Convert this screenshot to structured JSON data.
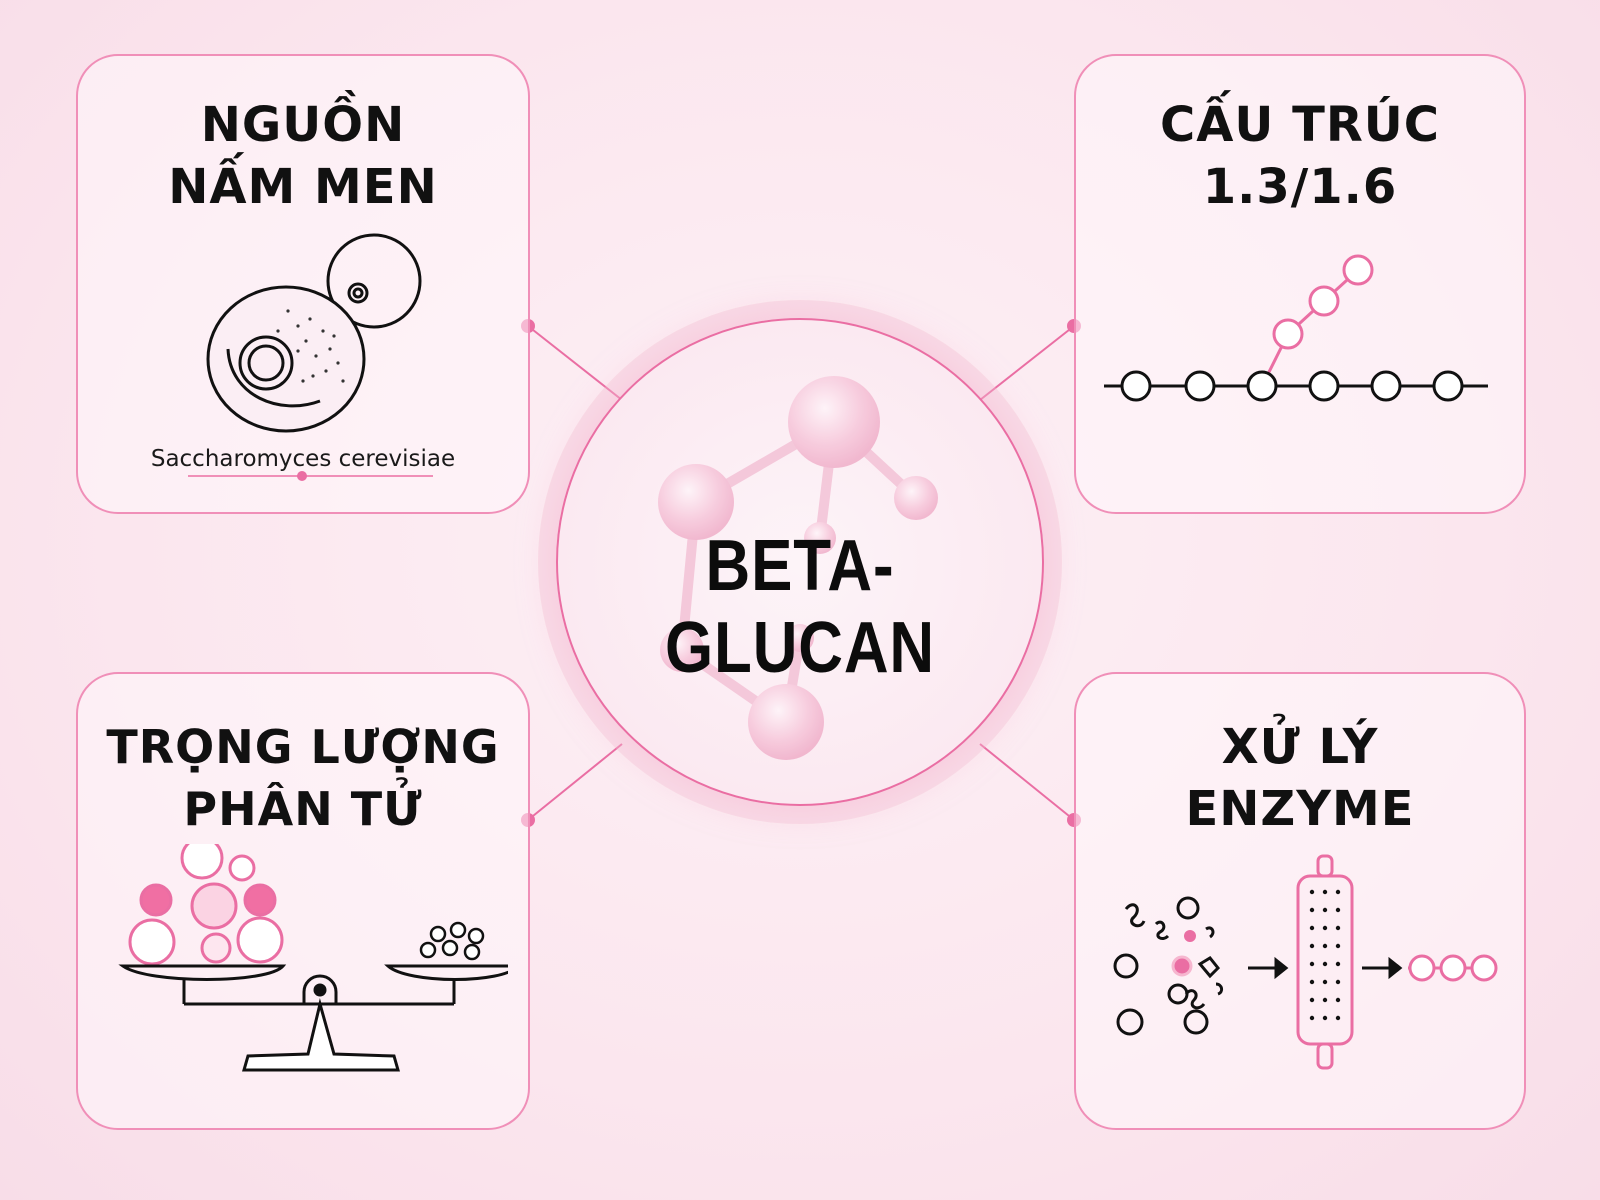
{
  "center": {
    "title": "BETA-GLUCAN"
  },
  "cards": {
    "top_left": {
      "title_line1": "NGUỒN",
      "title_line2": "NẤM MEN",
      "caption": "Saccharomyces cerevisiae",
      "icon": "yeast-cell-icon"
    },
    "top_right": {
      "title_line1": "CẤU TRÚC",
      "title_line2": "1.3/1.6",
      "icon": "glucan-chain-icon"
    },
    "bottom_left": {
      "title_line1": "TRỌNG LƯỢNG",
      "title_line2": "PHÂN TỬ",
      "icon": "balance-scale-icon"
    },
    "bottom_right": {
      "title_line1": "XỬ LÝ",
      "title_line2": "ENZYME",
      "icon": "enzyme-filter-icon"
    }
  },
  "colors": {
    "accent": "#ea6ea3",
    "card_border": "#f08fb8",
    "text": "#111111",
    "background": "#fbe6ee"
  }
}
